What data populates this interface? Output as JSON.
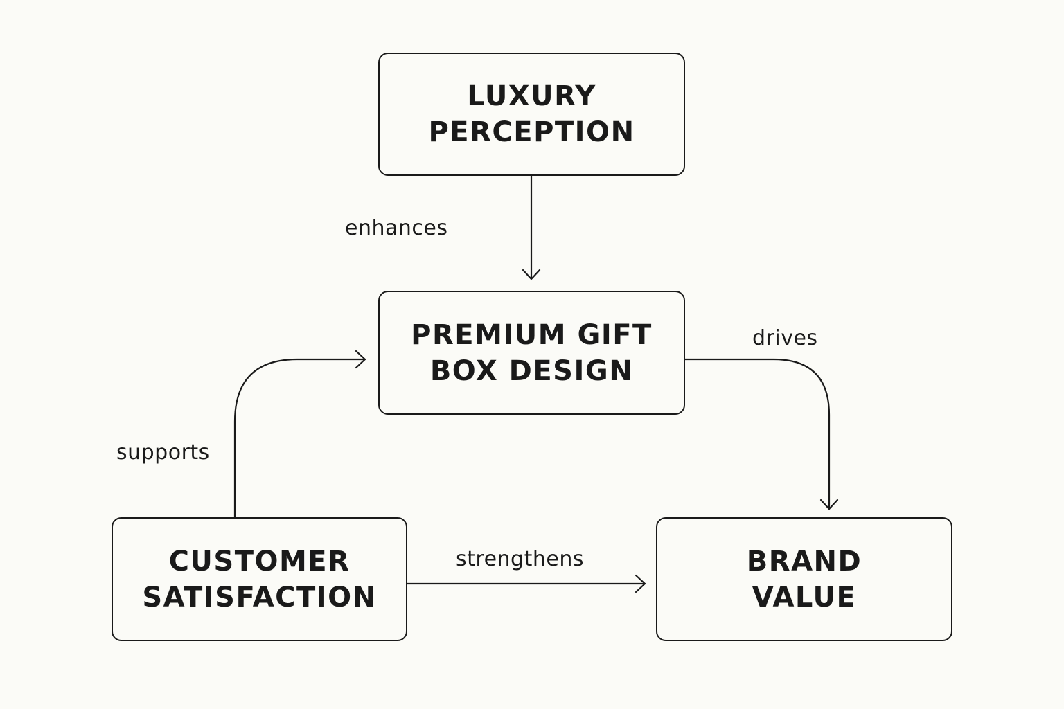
{
  "nodes": {
    "luxury_perception": "LUXURY\nPERCEPTION",
    "premium_gift_box_design": "PREMIUM GIFT\nBOX DESIGN",
    "customer_satisfaction": "CUSTOMER\nSATISFACTION",
    "brand_value": "BRAND\nVALUE"
  },
  "edges": {
    "enhances": "enhances",
    "drives": "drives",
    "supports": "supports",
    "strengthens": "strengthens"
  }
}
